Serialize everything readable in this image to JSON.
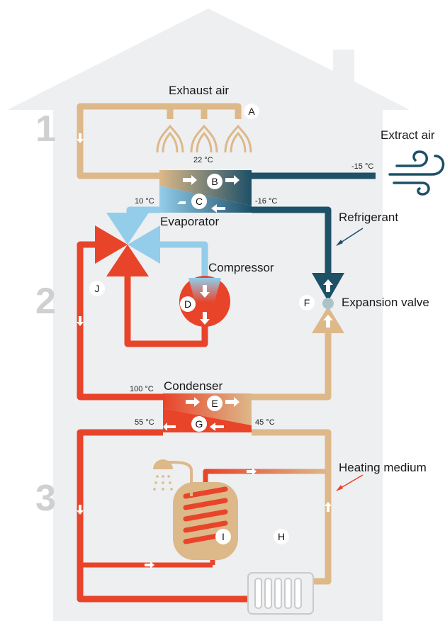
{
  "zones": [
    "1",
    "2",
    "3"
  ],
  "labels": {
    "exhaust_air": "Exhaust air",
    "extract_air": "Extract air",
    "refrigerant": "Refrigerant",
    "evaporator": "Evaporator",
    "compressor": "Compressor",
    "expansion_valve": "Expansion valve",
    "condenser": "Condenser",
    "heating_medium": "Heating medium"
  },
  "temperatures": {
    "exhaust_in": "22 °C",
    "extract_out": "-15 °C",
    "evaporator_in": "10 °C",
    "evaporator_out": "-16 °C",
    "condenser_in": "100 °C",
    "condenser_supply": "55 °C",
    "condenser_return": "45 °C"
  },
  "markers": [
    "A",
    "B",
    "C",
    "D",
    "E",
    "F",
    "G",
    "H",
    "I",
    "J"
  ],
  "colors": {
    "house": "#eeeff1",
    "warm_air": "#ddb889",
    "cold_refrigerant": "#1e5068",
    "cold_light": "#93cdea",
    "hot": "#e8442a",
    "zone_number": "#cfd0d2"
  }
}
